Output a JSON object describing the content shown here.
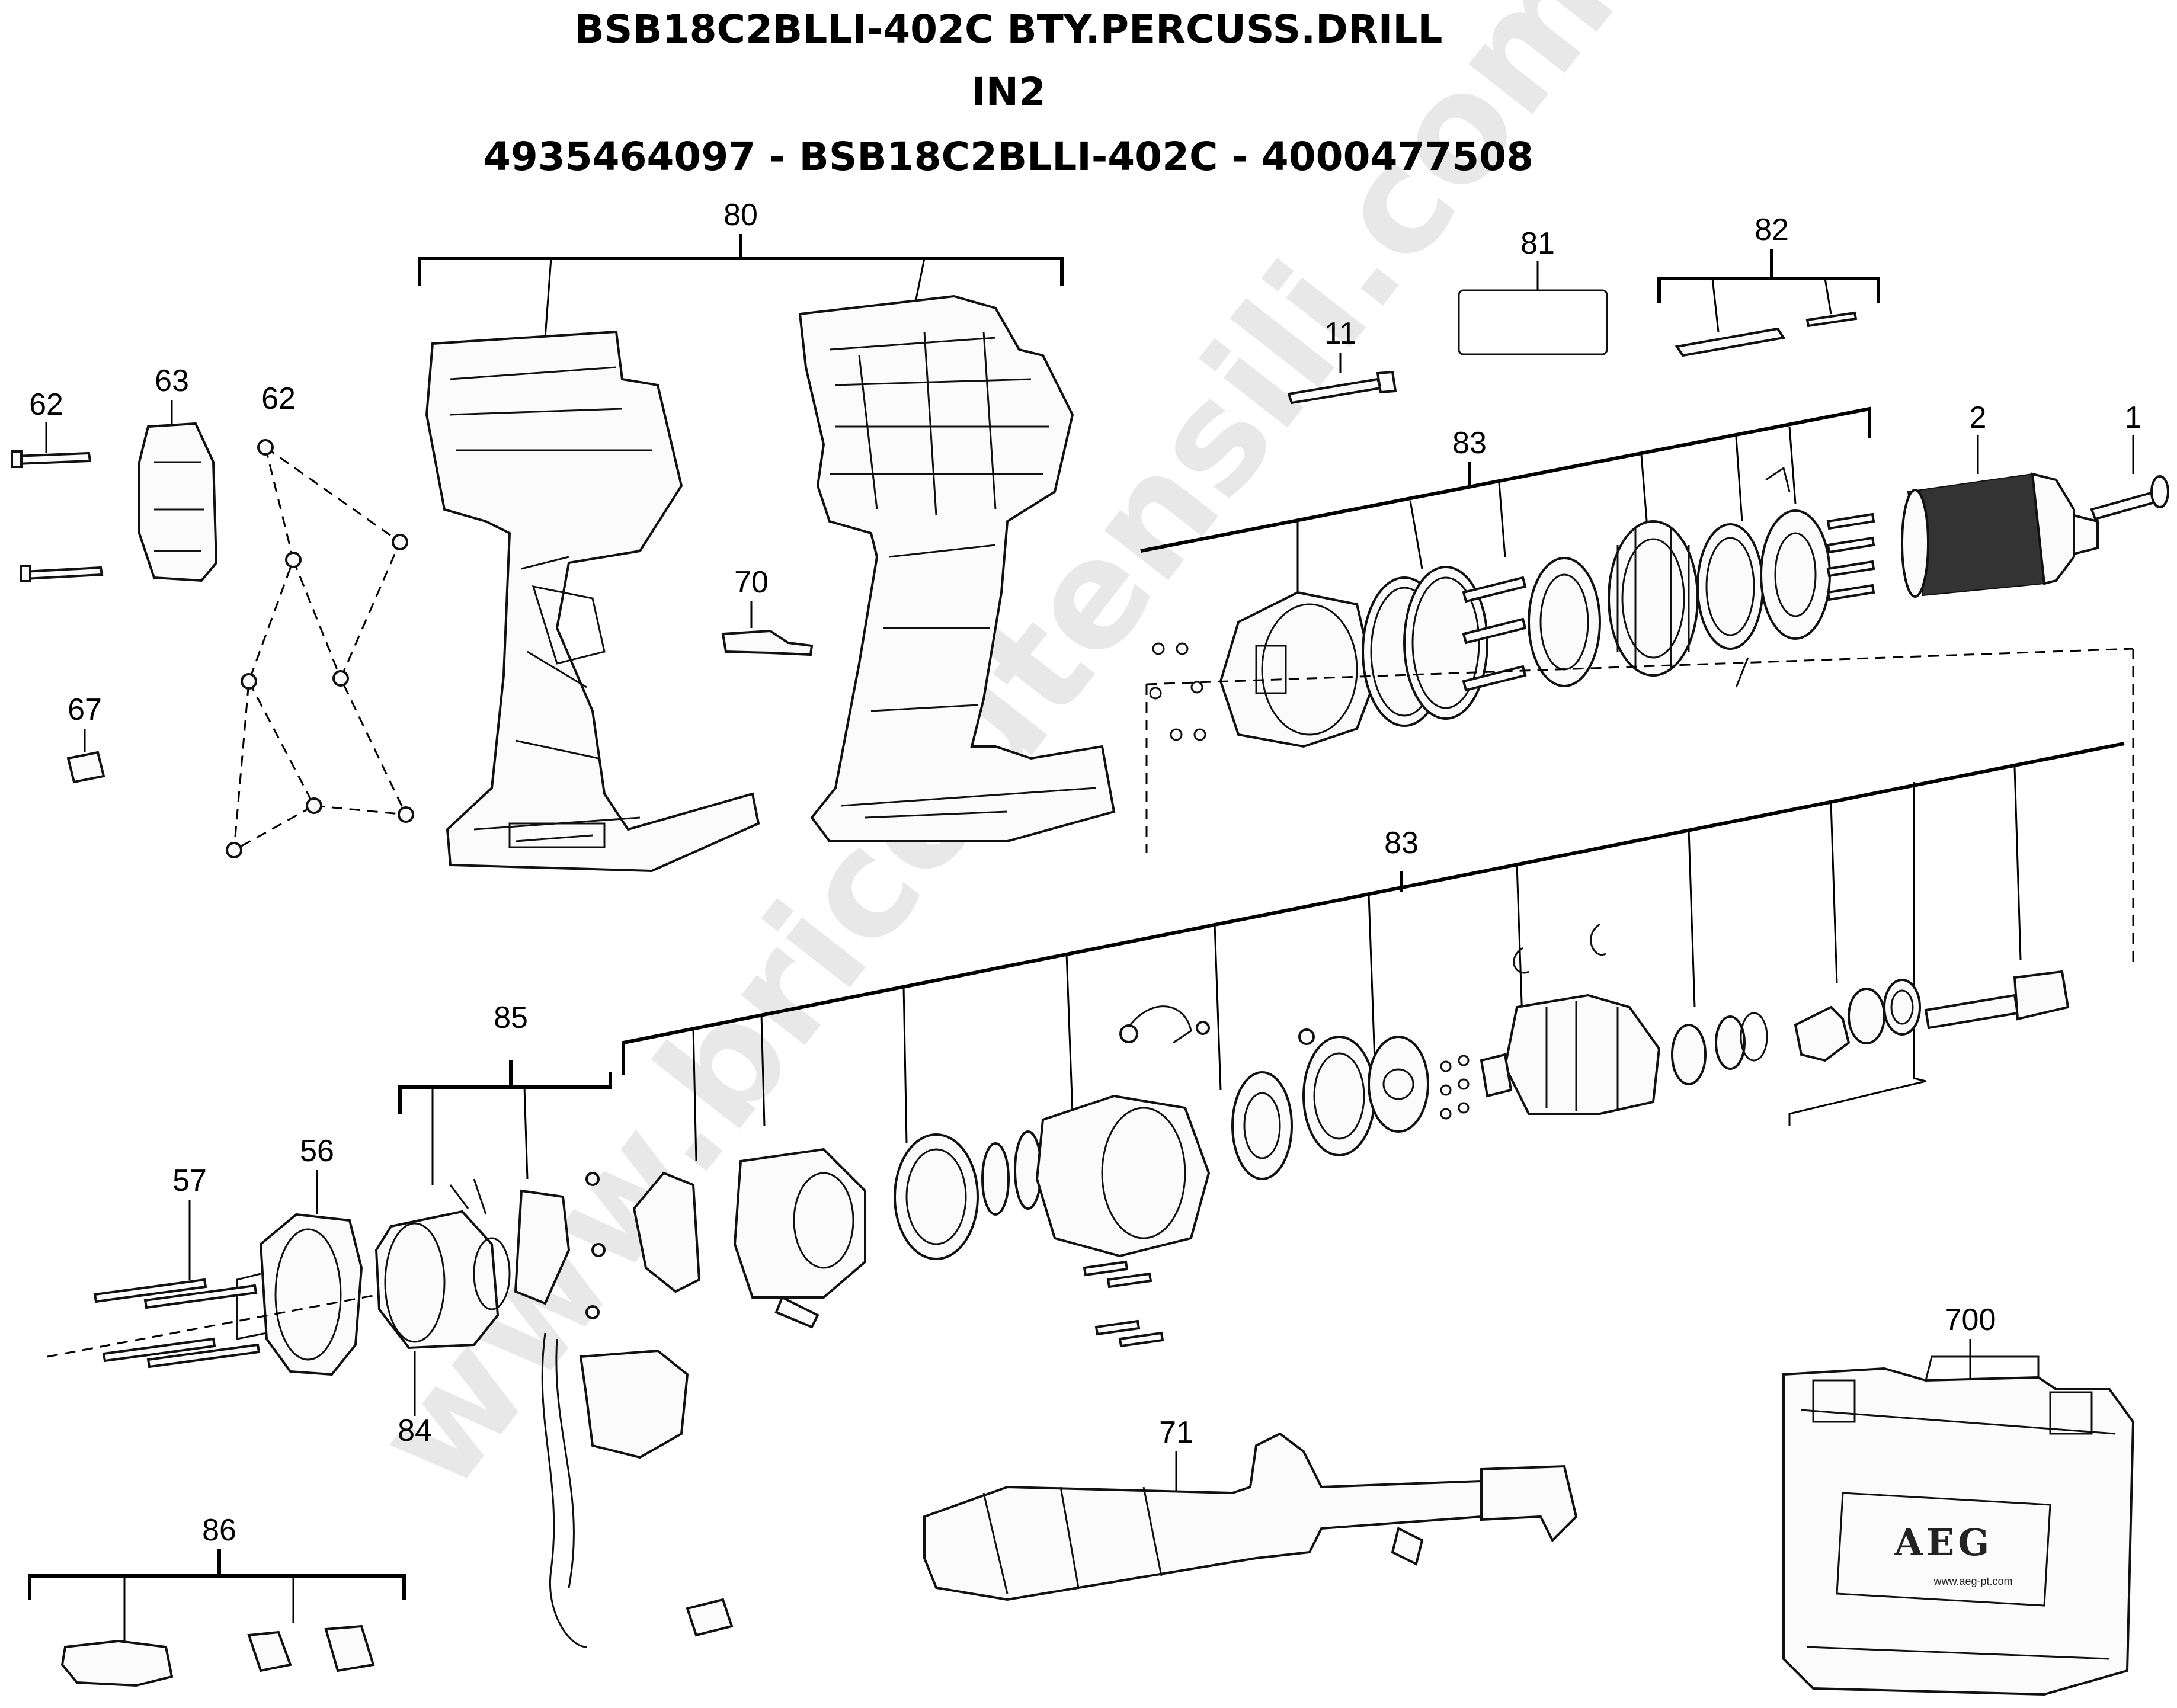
{
  "header": {
    "line1": "BSB18C2BLLI-402C BTY.PERCUSS.DRILL",
    "line2": "IN2",
    "line3": "4935464097 - BSB18C2BLLI-402C - 4000477508"
  },
  "part_numbers": {
    "p80": "80",
    "p81": "81",
    "p82": "82",
    "p11": "11",
    "p83a": "83",
    "p83b": "83",
    "p2": "2",
    "p1": "1",
    "p62a": "62",
    "p62b": "62",
    "p63": "63",
    "p67": "67",
    "p70": "70",
    "p85": "85",
    "p57": "57",
    "p56": "56",
    "p84": "84",
    "p71": "71",
    "p700": "700",
    "p86": "86"
  },
  "case": {
    "brand": "AEG",
    "url": "www.aeg-pt.com"
  },
  "watermark": "www.bricoutensili.com"
}
